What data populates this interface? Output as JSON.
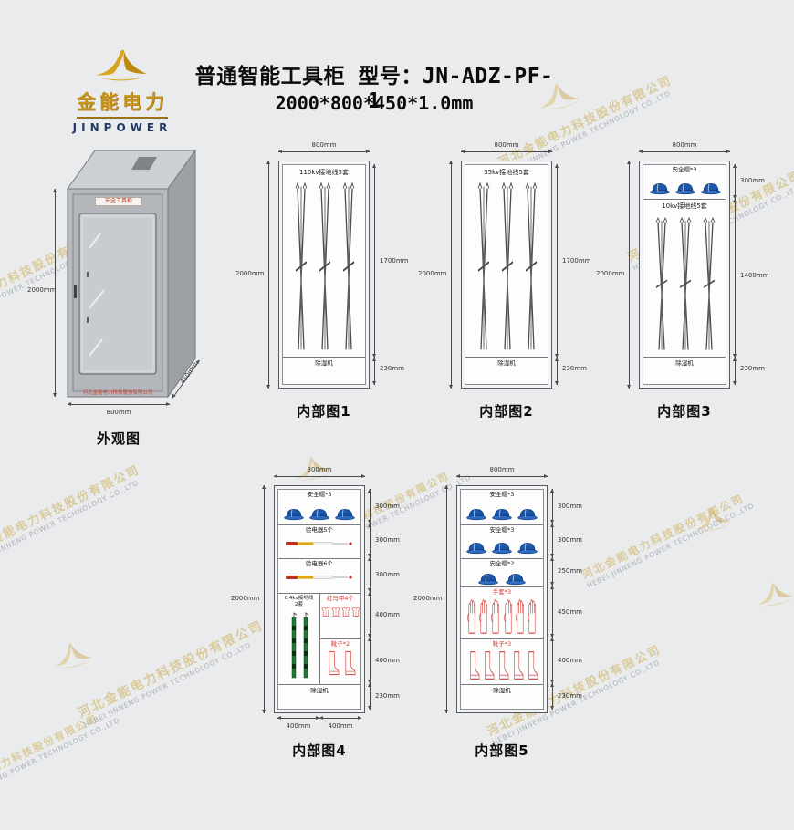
{
  "brand": {
    "name_cn": "金能电力",
    "name_en": "JINPOWER"
  },
  "header": {
    "title": "普通智能工具柜 型号：JN-ADZ-PF-1",
    "subtitle": "2000*800*450*1.0mm"
  },
  "watermark": {
    "company_cn": "河北金能电力科技股份有限公司",
    "company_en": "HEBEI JINNENG POWER TECHNOLOGY CO.,LTD"
  },
  "exterior": {
    "caption": "外观图",
    "door_plate": "安全工具柜",
    "brand_strip": "河北金能电力科技股份有限公司",
    "dim_height": "2000mm",
    "dim_width": "800mm",
    "dim_depth": "450mm"
  },
  "diagram1": {
    "caption": "内部图1",
    "dim_top": "800mm",
    "dim_left": "2000mm",
    "item_label": "110kv接地线5套",
    "dim_main": "1700mm",
    "dim_bottom": "230mm",
    "dehumidifier": "除湿机"
  },
  "diagram2": {
    "caption": "内部图2",
    "dim_top": "800mm",
    "dim_left": "2000mm",
    "item_label": "35kv接地线5套",
    "dim_main": "1700mm",
    "dim_bottom": "230mm",
    "dehumidifier": "除湿机"
  },
  "diagram3": {
    "caption": "内部图3",
    "dim_top": "800mm",
    "dim_left": "2000mm",
    "shelf_label": "安全帽*3",
    "dim_shelf": "300mm",
    "item_label": "10kv接地线5套",
    "dim_main": "1400mm",
    "dim_bottom": "230mm",
    "dehumidifier": "除湿机"
  },
  "diagram4": {
    "caption": "内部图4",
    "dim_top": "800mm",
    "dim_left": "2000mm",
    "row1_label": "安全帽*3",
    "row1_dim": "300mm",
    "row2_label": "验电器5个",
    "row2_dim": "300mm",
    "row3_label": "验电器6个",
    "row3_dim": "300mm",
    "left_col_line1": "0.4kv接地线",
    "left_col_line2": "2套",
    "row4_label": "红马甲4个",
    "row4_dim": "400mm",
    "row5_label": "靴子*2",
    "row5_dim": "400mm",
    "dim_bottom": "230mm",
    "dehumidifier": "除湿机",
    "dim_bottom_left": "400mm",
    "dim_bottom_right": "400mm"
  },
  "diagram5": {
    "caption": "内部图5",
    "dim_top": "800mm",
    "dim_left": "2000mm",
    "row1_label": "安全帽*3",
    "row1_dim": "300mm",
    "row2_label": "安全帽*3",
    "row2_dim": "300mm",
    "row3_label": "安全帽*2",
    "row3_dim": "250mm",
    "row4_label": "手套*3",
    "row4_dim": "450mm",
    "row5_label": "靴子*3",
    "row5_dim": "400mm",
    "dim_bottom": "230mm",
    "dehumidifier": "除湿机"
  }
}
